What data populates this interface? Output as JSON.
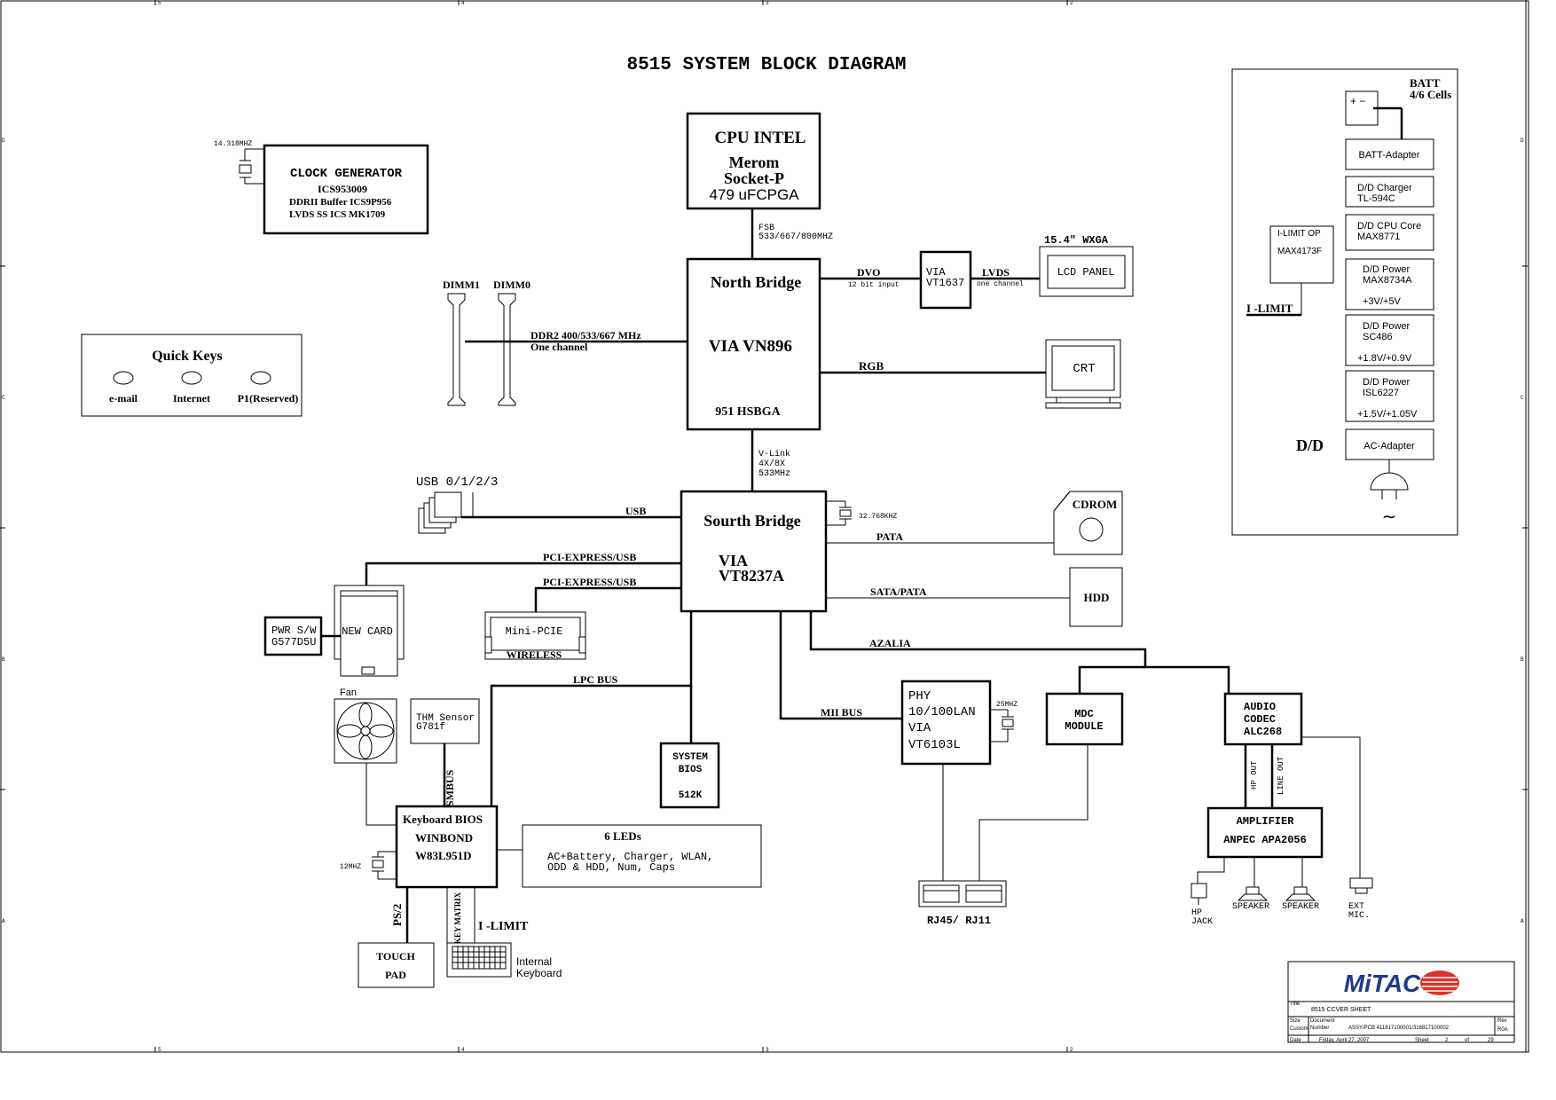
{
  "title": "8515 SYSTEM BLOCK DIAGRAM",
  "clock": {
    "freq": "14.318MHZ",
    "title": "CLOCK GENERATOR",
    "l1": "ICS953009",
    "l2": "DDRII Buffer ICS9P956",
    "l3": "LVDS SS ICS MK1709"
  },
  "quick_keys": {
    "title": "Quick Keys",
    "k1": "e-mail",
    "k2": "Internet",
    "k3": "P1(Reserved)"
  },
  "cpu": {
    "l1": "CPU INTEL",
    "l2": "Merom",
    "l3": "Socket-P",
    "l4": "479 uFCPGA"
  },
  "fsb": {
    "l1": "FSB",
    "l2": "533/667/800MHZ"
  },
  "nb": {
    "l1": "North Bridge",
    "l2": "VIA VN896",
    "l3": "951 HSBGA"
  },
  "dimm": {
    "d1": "DIMM1",
    "d0": "DIMM0",
    "ddr1": "DDR2  400/533/667 MHz",
    "ddr2": "One channel"
  },
  "dvo": {
    "label": "DVO",
    "sub": "12 bit input"
  },
  "via_lvds": {
    "l1": "VIA",
    "l2": "VT1637"
  },
  "lvds": {
    "label": "LVDS",
    "sub": "one channel"
  },
  "lcd": {
    "caption": "15.4\" WXGA",
    "label": "LCD PANEL"
  },
  "rgb": "RGB",
  "crt": "CRT",
  "vlink": {
    "l1": "V-Link",
    "l2": "4X/8X",
    "l3": "533MHz"
  },
  "usb_port": "USB 0/1/2/3",
  "usb": "USB",
  "sb": {
    "l1": "Sourth Bridge",
    "l2": "VIA",
    "l3": "VT8237A",
    "xtal": "32.768KHZ"
  },
  "pata": "PATA",
  "cdrom": "CDROM",
  "sata": "SATA/PATA",
  "hdd": "HDD",
  "pcie1": "PCI-EXPRESS/USB",
  "pcie2": "PCI-EXPRESS/USB",
  "pwr": {
    "l1": "PWR S/W",
    "l2": "G577D5U"
  },
  "newcard": "NEW CARD",
  "minipcie": {
    "l1": "Mini-PCIE",
    "l2": "WIRELESS"
  },
  "azalia": "AZALIA",
  "lpc": "LPC BUS",
  "fan": "Fan",
  "thm": {
    "l1": "THM Sensor",
    "l2": "G781f"
  },
  "smbus": "SMBUS",
  "bios": {
    "l1": "SYSTEM",
    "l2": "BIOS",
    "l3": "512K"
  },
  "mii": "MII BUS",
  "phy": {
    "l1": "PHY",
    "l2": "10/100LAN",
    "l3": "VIA",
    "l4": "VT6103L",
    "xtal": "25MHZ"
  },
  "mdc": {
    "l1": "MDC",
    "l2": "MODULE"
  },
  "codec": {
    "l1": "AUDIO",
    "l2": "CODEC",
    "l3": "ALC268"
  },
  "hpout": "HP OUT",
  "lineout": "LINE OUT",
  "amp": {
    "l1": "AMPLIFIER",
    "l2": "ANPEC APA2056"
  },
  "kbc": {
    "l1": "Keyboard BIOS",
    "l2": "WINBOND",
    "l3": "W83L951D",
    "xtal": "12MHZ"
  },
  "leds": {
    "title": "6 LEDs",
    "l1": "AC+Battery, Charger, WLAN,",
    "l2": "ODD & HDD, Num, Caps"
  },
  "ps2": "PS/2",
  "keymatrix": "KEY MATRIX",
  "ilimit_kb": "I -LIMIT",
  "touchpad": {
    "l1": "TOUCH",
    "l2": "PAD"
  },
  "intkb": {
    "l1": "Internal",
    "l2": "Keyboard"
  },
  "rj": "RJ45/ RJ11",
  "hpjack": {
    "l1": "HP",
    "l2": "JACK"
  },
  "spk1": "SPEAKER",
  "spk2": "SPEAKER",
  "extmic": {
    "l1": "EXT",
    "l2": "MIC."
  },
  "power": {
    "batt1": "BATT",
    "batt2": "4/6 Cells",
    "plusminus": "+ −",
    "batt_adapter": "BATT-Adapter",
    "charger1": "D/D Charger",
    "charger2": "TL-594C",
    "cpucore1": "D/D CPU Core",
    "cpucore2": "MAX8771",
    "p1a": "D/D Power",
    "p1b": "MAX8734A",
    "p1c": "+3V/+5V",
    "p2a": "D/D Power",
    "p2b": "SC486",
    "p2c": "+1.8V/+0.9V",
    "p3a": "D/D Power",
    "p3b": "ISL6227",
    "p3c": "+1.5V/+1.05V",
    "dd": "D/D",
    "ac": "AC-Adapter",
    "ilimop1": "I-LIMIT OP",
    "ilimop2": "MAX4173F",
    "ilimit": "I -LIMIT",
    "tilde": "∼"
  },
  "titleblock": {
    "logo": "MiTAC",
    "title_lbl": "Title",
    "title_val": "8515 CCVER SHEET",
    "size_lbl": "Size",
    "size_val": "Custom",
    "doc_lbl": "Document",
    "num_lbl": "Number",
    "doc_val": "ASSY/PCB 411817100001/316817100002",
    "rev_lbl": "Rev",
    "rev_val": "R0A",
    "date_lbl": "Date",
    "date_val": "Friday, April 27, 2007",
    "sheet_lbl": "Sheet",
    "sheet_val": "2",
    "of_lbl": "of",
    "of_val": "29"
  },
  "zones": {
    "c1": "5",
    "c2": "4",
    "c3": "3",
    "c4": "2",
    "r1": "D",
    "r2": "C",
    "r3": "B",
    "r4": "A"
  }
}
